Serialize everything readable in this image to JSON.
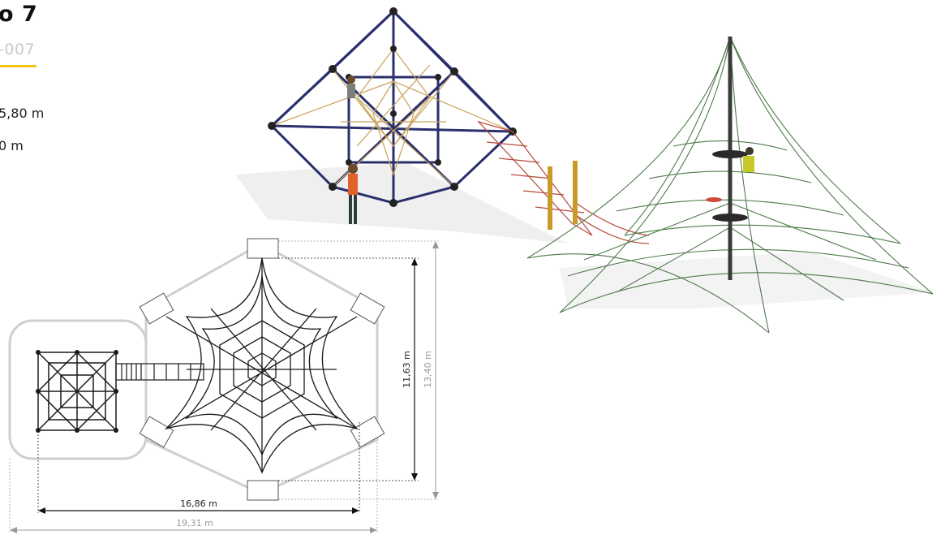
{
  "header": {
    "title": "o 7",
    "code": "-007"
  },
  "specs": [
    "5,80 m",
    "0 m"
  ],
  "dimensions": {
    "width_inner": "16,86 m",
    "width_outer": "19,31 m",
    "depth_inner": "11,63 m",
    "depth_outer": "13,40 m"
  },
  "colors": {
    "accent_underline": "#f2c21a",
    "cube_frame": "#2a2f6e",
    "cube_rope": "#c8a25a",
    "net_rope": "#4f7a4a",
    "bridge": "#b54a3a",
    "plan_lines": "#1a1a1a",
    "plan_zone": "#cfcfcf"
  }
}
